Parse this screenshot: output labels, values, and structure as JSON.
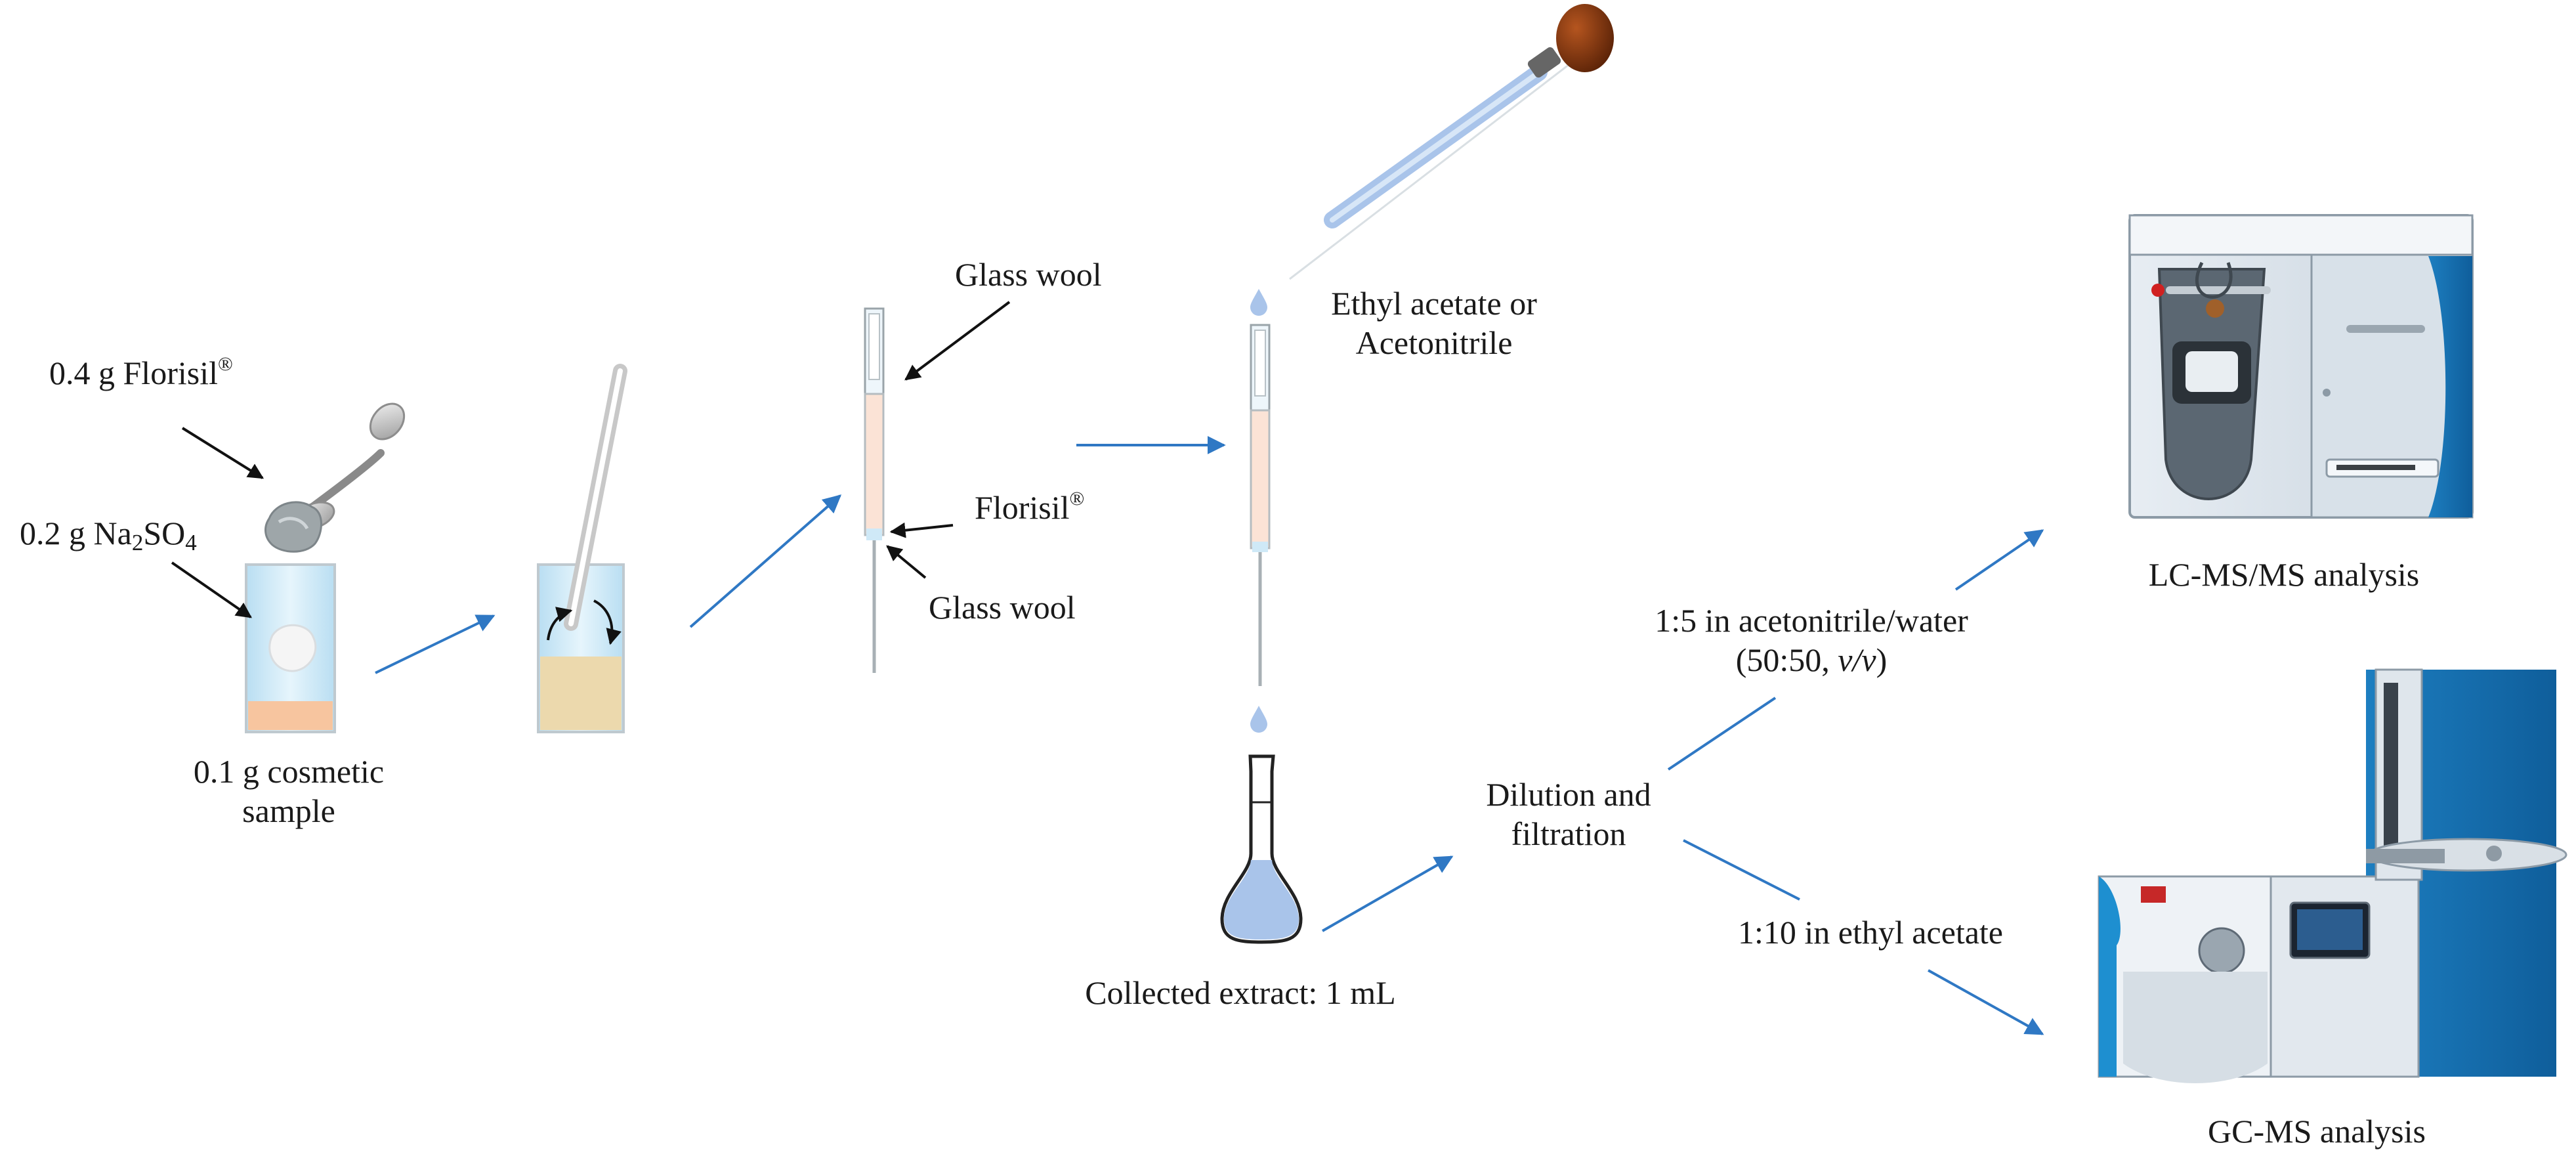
{
  "labels": {
    "florisil_amount": "0.4 g Florisil",
    "registered_mark": "®",
    "na2so4_prefix": "0.2 g Na",
    "na2so4_sub_2": "2",
    "na2so4_mid": "SO",
    "na2so4_sub_4": "4",
    "sample_line1": "0.1 g cosmetic",
    "sample_line2": "sample",
    "glass_wool_top": "Glass wool",
    "florisil_column": "Florisil",
    "glass_wool_bottom": "Glass wool",
    "solvent_line1": "Ethyl acetate or",
    "solvent_line2": "Acetonitrile",
    "collected_extract": "Collected extract: 1 mL",
    "dilution_line1": "Dilution and",
    "dilution_line2": "filtration",
    "lc_dilution_line1": "1:5 in acetonitrile/water",
    "lc_dilution_ratio": "(50:50, ",
    "lc_dilution_unit": "v/v",
    "lc_dilution_close": ")",
    "gc_dilution": "1:10 in ethyl acetate",
    "lc_analysis": "LC-MS/MS analysis",
    "gc_analysis": "GC-MS analysis"
  },
  "colors": {
    "arrow_blue": "#2f78c4",
    "glass": "#cfe9f7",
    "sample_peach": "#f7c59f",
    "mixed_sand": "#ecd9ad",
    "column_fill": "#fbe3d6",
    "liquid_blue": "#a9c4ea",
    "bulb_brown": "#8a3a12",
    "instrument_blue": "#1e8fd0"
  },
  "icons": {
    "spoon": "spoon-icon",
    "powder": "powder-icon",
    "beaker": "beaker-icon",
    "stir_rod": "stir-rod-icon",
    "column": "spe-column-icon",
    "pipette": "pipette-icon",
    "flask": "volumetric-flask-icon",
    "lc_instrument": "lc-ms-instrument-icon",
    "gc_instrument": "gc-ms-instrument-icon"
  }
}
